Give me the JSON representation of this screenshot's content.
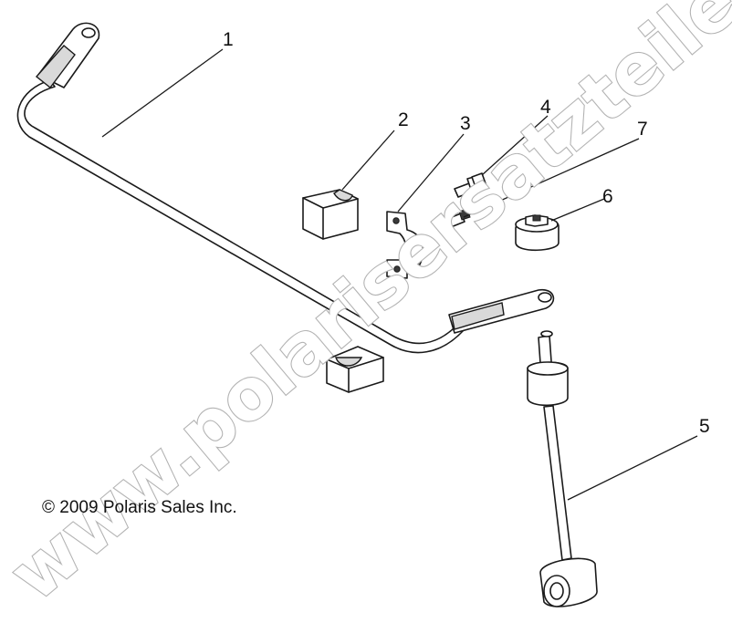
{
  "diagram": {
    "callouts": [
      "1",
      "2",
      "3",
      "4",
      "5",
      "6",
      "7"
    ],
    "copyright": "© 2009 Polaris Sales Inc.",
    "watermark": "www.polarisersatzteile.de"
  }
}
